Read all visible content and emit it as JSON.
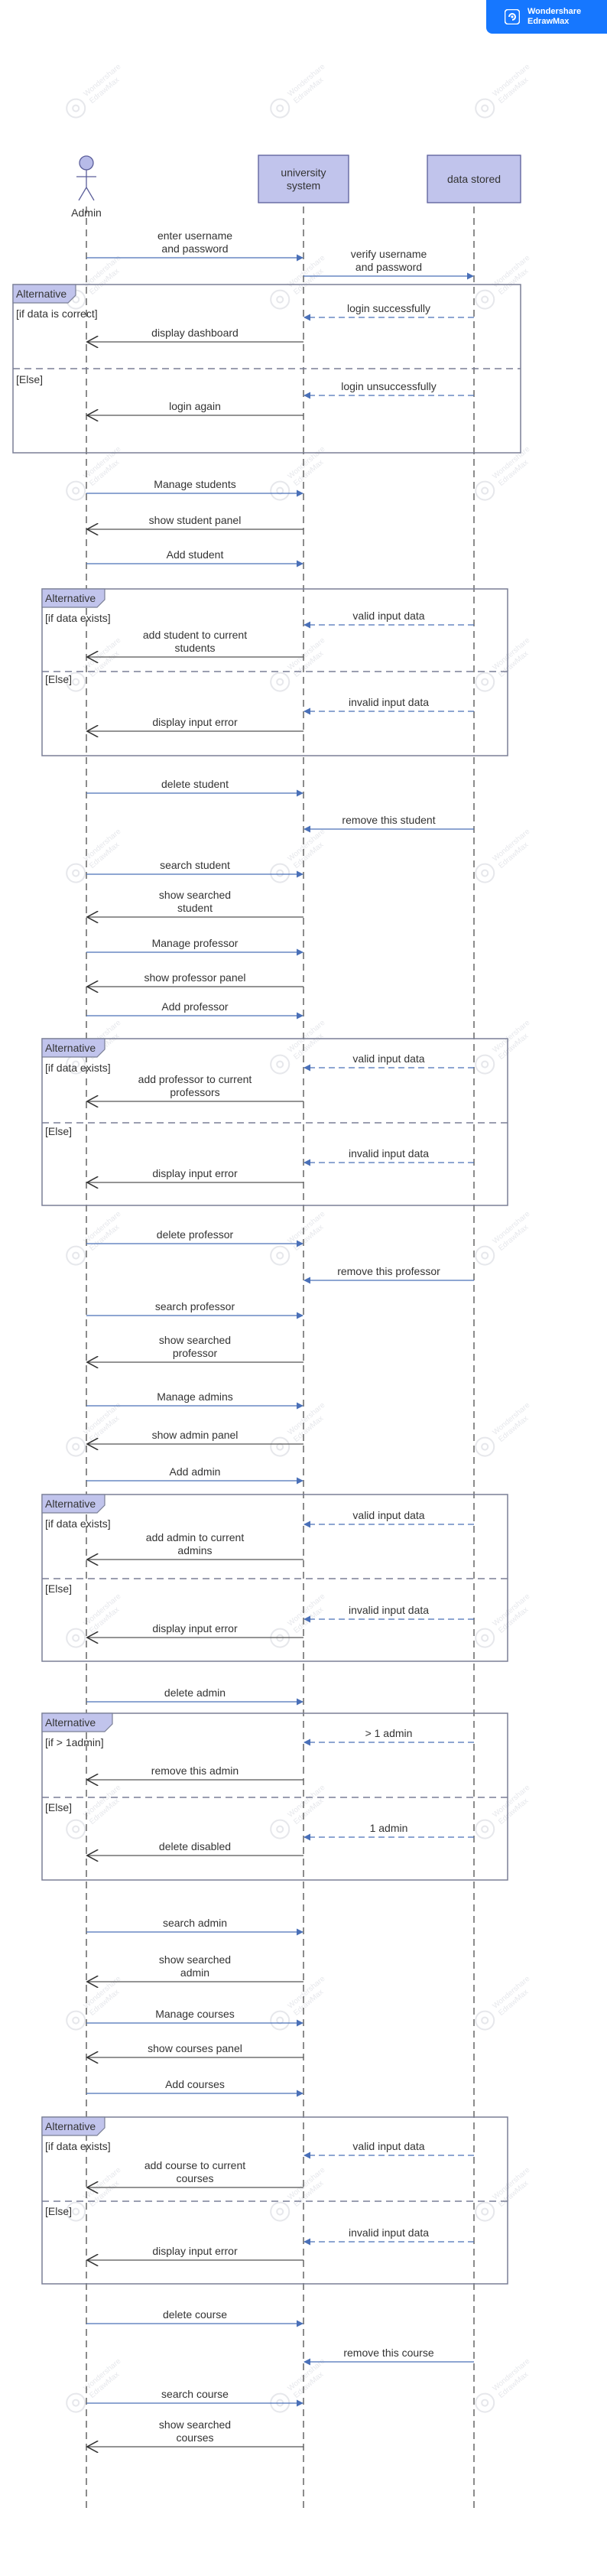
{
  "brand": {
    "line1": "Wondershare",
    "line2": "EdrawMax"
  },
  "watermark": {
    "text_line1": "Wondershare",
    "text_line2": "EdrawMax"
  },
  "participants": [
    {
      "id": "admin",
      "label": [
        "Admin"
      ],
      "kind": "actor"
    },
    {
      "id": "system",
      "label": [
        "university",
        "system"
      ],
      "kind": "box"
    },
    {
      "id": "data",
      "label": [
        "data stored"
      ],
      "kind": "box"
    }
  ],
  "fragment_keyword": "Alternative",
  "messages": [
    {
      "from": "admin",
      "to": "system",
      "label": [
        "enter username",
        "and password"
      ],
      "style": "solid"
    },
    {
      "from": "system",
      "to": "data",
      "label": [
        "verify username",
        "and password"
      ],
      "style": "solid"
    },
    {
      "from": "data",
      "to": "system",
      "label": [
        "login successfully"
      ],
      "style": "dashed"
    },
    {
      "from": "system",
      "to": "admin",
      "label": [
        "display dashboard"
      ],
      "style": "solid"
    },
    {
      "from": "data",
      "to": "system",
      "label": [
        "login unsuccessfully"
      ],
      "style": "dashed"
    },
    {
      "from": "system",
      "to": "admin",
      "label": [
        "login again"
      ],
      "style": "solid"
    },
    {
      "from": "admin",
      "to": "system",
      "label": [
        "Manage students"
      ],
      "style": "solid"
    },
    {
      "from": "system",
      "to": "admin",
      "label": [
        "show student panel"
      ],
      "style": "solid"
    },
    {
      "from": "admin",
      "to": "system",
      "label": [
        "Add student"
      ],
      "style": "solid"
    },
    {
      "from": "data",
      "to": "system",
      "label": [
        "valid input data"
      ],
      "style": "dashed"
    },
    {
      "from": "system",
      "to": "admin",
      "label": [
        "add student to current",
        "students"
      ],
      "style": "solid"
    },
    {
      "from": "data",
      "to": "system",
      "label": [
        "invalid input data"
      ],
      "style": "dashed"
    },
    {
      "from": "system",
      "to": "admin",
      "label": [
        "display input error"
      ],
      "style": "solid"
    },
    {
      "from": "admin",
      "to": "system",
      "label": [
        "delete student"
      ],
      "style": "solid"
    },
    {
      "from": "data",
      "to": "system",
      "label": [
        "remove this student"
      ],
      "style": "solid"
    },
    {
      "from": "admin",
      "to": "system",
      "label": [
        "search student"
      ],
      "style": "solid"
    },
    {
      "from": "system",
      "to": "admin",
      "label": [
        "show searched",
        "student"
      ],
      "style": "solid"
    },
    {
      "from": "admin",
      "to": "system",
      "label": [
        "Manage professor"
      ],
      "style": "solid"
    },
    {
      "from": "system",
      "to": "admin",
      "label": [
        "show professor panel"
      ],
      "style": "solid"
    },
    {
      "from": "admin",
      "to": "system",
      "label": [
        "Add professor"
      ],
      "style": "solid"
    },
    {
      "from": "data",
      "to": "system",
      "label": [
        "valid input data"
      ],
      "style": "dashed"
    },
    {
      "from": "system",
      "to": "admin",
      "label": [
        "add professor to current",
        "professors"
      ],
      "style": "solid"
    },
    {
      "from": "data",
      "to": "system",
      "label": [
        "invalid input data"
      ],
      "style": "dashed"
    },
    {
      "from": "system",
      "to": "admin",
      "label": [
        "display input error"
      ],
      "style": "solid"
    },
    {
      "from": "admin",
      "to": "system",
      "label": [
        "delete professor"
      ],
      "style": "solid"
    },
    {
      "from": "data",
      "to": "system",
      "label": [
        "remove this professor"
      ],
      "style": "solid"
    },
    {
      "from": "admin",
      "to": "system",
      "label": [
        "search professor"
      ],
      "style": "solid"
    },
    {
      "from": "system",
      "to": "admin",
      "label": [
        "show searched",
        "professor"
      ],
      "style": "solid"
    },
    {
      "from": "admin",
      "to": "system",
      "label": [
        "Manage admins"
      ],
      "style": "solid"
    },
    {
      "from": "system",
      "to": "admin",
      "label": [
        "show admin panel"
      ],
      "style": "solid"
    },
    {
      "from": "admin",
      "to": "system",
      "label": [
        "Add admin"
      ],
      "style": "solid"
    },
    {
      "from": "data",
      "to": "system",
      "label": [
        "valid input data"
      ],
      "style": "dashed"
    },
    {
      "from": "system",
      "to": "admin",
      "label": [
        "add admin to current",
        "admins"
      ],
      "style": "solid"
    },
    {
      "from": "data",
      "to": "system",
      "label": [
        "invalid input data"
      ],
      "style": "dashed"
    },
    {
      "from": "system",
      "to": "admin",
      "label": [
        "display input error"
      ],
      "style": "solid"
    },
    {
      "from": "admin",
      "to": "system",
      "label": [
        "delete admin"
      ],
      "style": "solid"
    },
    {
      "from": "data",
      "to": "system",
      "label": [
        "> 1 admin"
      ],
      "style": "dashed"
    },
    {
      "from": "system",
      "to": "admin",
      "label": [
        "remove this admin"
      ],
      "style": "solid"
    },
    {
      "from": "data",
      "to": "system",
      "label": [
        "1 admin"
      ],
      "style": "dashed"
    },
    {
      "from": "system",
      "to": "admin",
      "label": [
        "delete disabled"
      ],
      "style": "solid"
    },
    {
      "from": "admin",
      "to": "system",
      "label": [
        "search admin"
      ],
      "style": "solid"
    },
    {
      "from": "system",
      "to": "admin",
      "label": [
        "show searched",
        "admin"
      ],
      "style": "solid"
    },
    {
      "from": "admin",
      "to": "system",
      "label": [
        "Manage courses"
      ],
      "style": "solid"
    },
    {
      "from": "system",
      "to": "admin",
      "label": [
        "show courses panel"
      ],
      "style": "solid"
    },
    {
      "from": "admin",
      "to": "system",
      "label": [
        "Add courses"
      ],
      "style": "solid"
    },
    {
      "from": "data",
      "to": "system",
      "label": [
        "valid input data"
      ],
      "style": "dashed"
    },
    {
      "from": "system",
      "to": "admin",
      "label": [
        "add course to current",
        "courses"
      ],
      "style": "solid"
    },
    {
      "from": "data",
      "to": "system",
      "label": [
        "invalid input data"
      ],
      "style": "dashed"
    },
    {
      "from": "system",
      "to": "admin",
      "label": [
        "display input error"
      ],
      "style": "solid"
    },
    {
      "from": "admin",
      "to": "system",
      "label": [
        "delete course"
      ],
      "style": "solid"
    },
    {
      "from": "data",
      "to": "system",
      "label": [
        "remove this course"
      ],
      "style": "solid"
    },
    {
      "from": "admin",
      "to": "system",
      "label": [
        "search course"
      ],
      "style": "solid"
    },
    {
      "from": "system",
      "to": "admin",
      "label": [
        "show searched",
        "courses"
      ],
      "style": "solid"
    }
  ],
  "fragments": [
    {
      "operator": "Alternative",
      "guards": [
        "[if data is correct]",
        "[Else]"
      ]
    },
    {
      "operator": "Alternative",
      "guards": [
        "[if data exists]",
        "[Else]"
      ]
    },
    {
      "operator": "Alternative",
      "guards": [
        "[if data exists]",
        "[Else]"
      ]
    },
    {
      "operator": "Alternative",
      "guards": [
        "[if data exists]",
        "[Else]"
      ]
    },
    {
      "operator": "Alternative",
      "guards": [
        "[if > 1admin]",
        "[Else]"
      ]
    },
    {
      "operator": "Alternative",
      "guards": [
        "[if data exists]",
        "[Else]"
      ]
    }
  ],
  "colors": {
    "box_fill": "#c1c4ec",
    "box_stroke": "#5b5e9a",
    "actor_fill": "#b7bbe8",
    "line": "#333333",
    "arrow": "#4a70b8",
    "text": "#333333",
    "frame": "#7a7f95",
    "tab_fill": "#c1c4ec",
    "brand": "#1677ff"
  }
}
